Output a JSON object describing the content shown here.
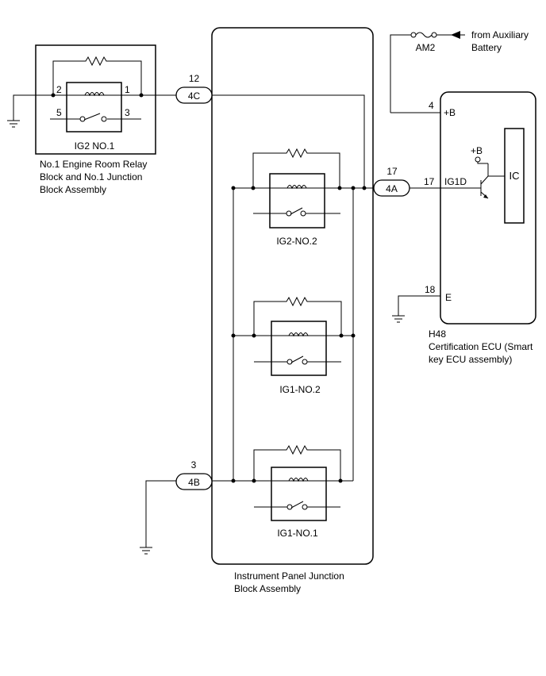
{
  "relay_block": {
    "relay_name": "IG2 NO.1",
    "pins": [
      "2",
      "1",
      "5",
      "3"
    ],
    "caption": [
      "No.1 Engine Room Relay",
      "Block and No.1 Junction",
      "Block Assembly"
    ]
  },
  "junction_block": {
    "caption": [
      "Instrument Panel Junction",
      "Block Assembly"
    ],
    "relays": [
      "IG2-NO.2",
      "IG1-NO.2",
      "IG1-NO.1"
    ]
  },
  "connectors": [
    {
      "id": "4C",
      "pin": "12"
    },
    {
      "id": "4A",
      "pin": "17"
    },
    {
      "id": "4B",
      "pin": "3"
    }
  ],
  "fuse": {
    "name": "AM2",
    "source": [
      "from Auxiliary",
      "Battery"
    ]
  },
  "ecu": {
    "code": "H48",
    "caption": [
      "Certification ECU (Smart",
      "key ECU assembly)"
    ],
    "terminals": [
      {
        "pin": "4",
        "name": "+B"
      },
      {
        "pin": "17",
        "name": "IG1D"
      },
      {
        "pin": "18",
        "name": "E"
      }
    ],
    "internal_supply": "+B",
    "ic_label": "IC"
  }
}
